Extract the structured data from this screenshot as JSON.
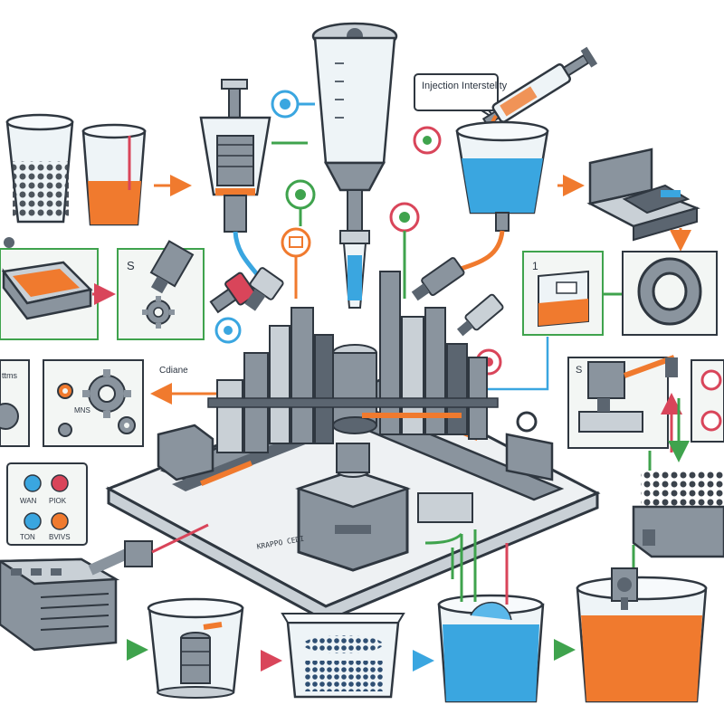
{
  "labels": {
    "callout_top_right": "Injection Interstelity",
    "panel_left_title": "Cdiane",
    "panel_left_side": "ttms",
    "panel_left_small": "MNS",
    "swatch_top_left": "WAN",
    "swatch_top_right": "PIOK",
    "swatch_bottom_left": "TON",
    "swatch_bottom_right": "BVIVS",
    "base_plate_text": "KRAPPO CEDI",
    "step_mold_number": "S",
    "step_gear_number": "1",
    "step_right_number": "S"
  },
  "colors": {
    "steel": "#8a949e",
    "steel_dark": "#5b6570",
    "steel_light": "#c9d0d6",
    "outline": "#2f3740",
    "orange": "#f07a2e",
    "blue": "#3aa6e0",
    "green": "#3fa34d",
    "red": "#d9455a",
    "panel_bg": "#f3f6f4",
    "glass": "#eef4f7"
  },
  "icons": [
    "sensor-icon",
    "gear-icon",
    "arrow-icon",
    "syringe-icon",
    "cup-icon",
    "tray-icon",
    "conveyor-icon",
    "funnel-icon"
  ]
}
